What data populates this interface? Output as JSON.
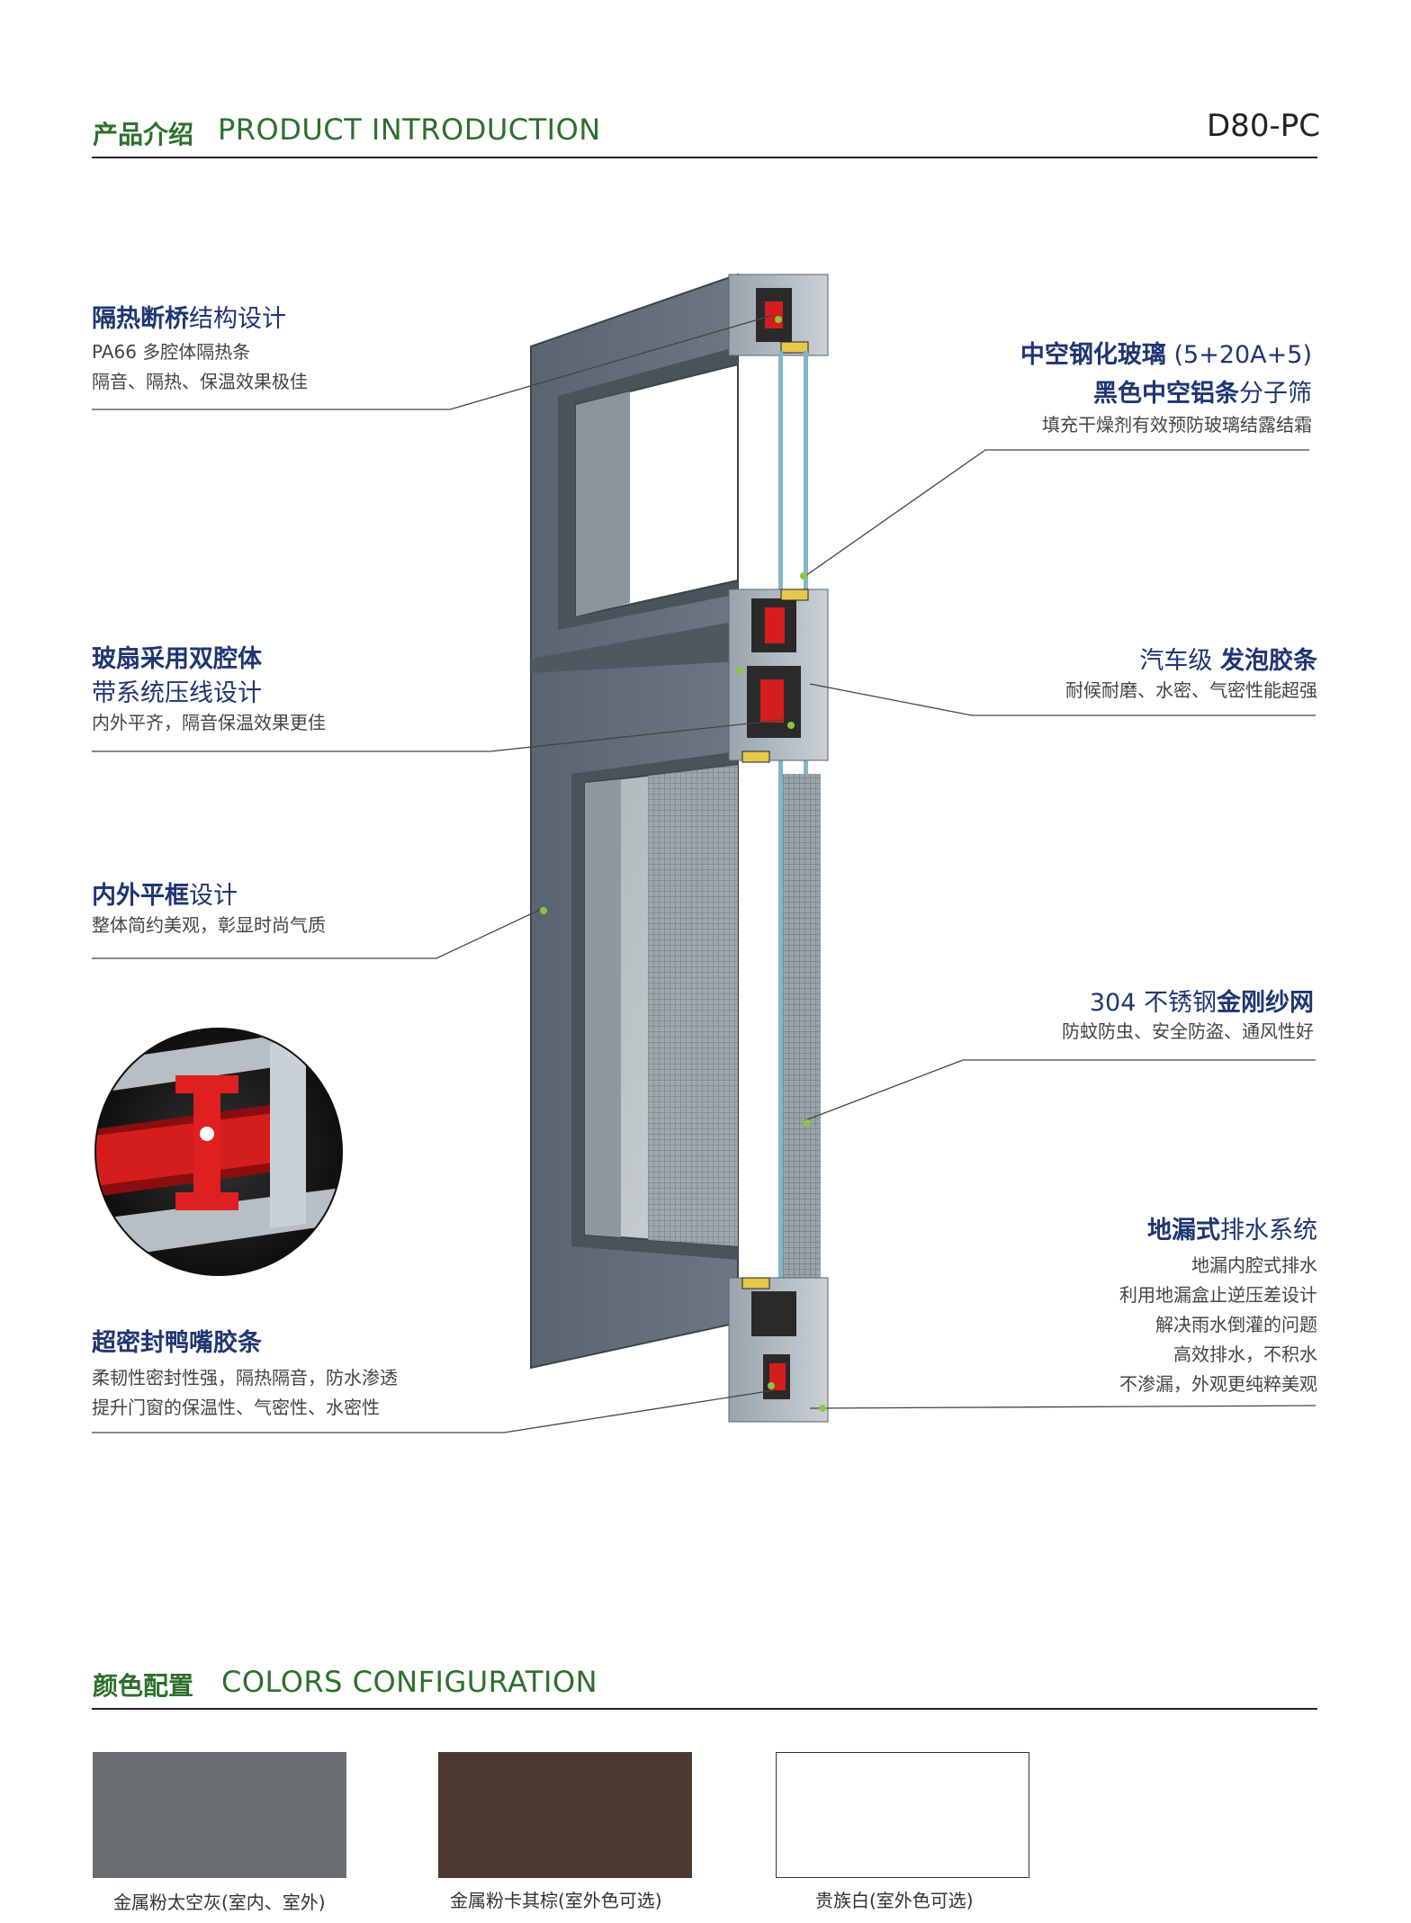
{
  "header": {
    "title_cn": "产品介绍",
    "title_en": "PRODUCT INTRODUCTION",
    "model": "D80-PC"
  },
  "features": {
    "thermal_break": {
      "title_bold": "隔热断桥",
      "title_rest": "结构设计",
      "lines": [
        "PA66 多腔体隔热条",
        "隔音、隔热、保温效果极佳"
      ]
    },
    "glass": {
      "line1_bold": "中空钢化玻璃",
      "line1_rest": " (5+20A+5)",
      "line2_bold": "黑色中空铝条",
      "line2_rest": "分子筛",
      "desc": "填充干燥剂有效预防玻璃结露结霜"
    },
    "sash": {
      "title1": "玻扇采用双腔体",
      "title2": "带系统压线设计",
      "desc": "内外平齐，隔音保温效果更佳"
    },
    "foam_strip": {
      "title_rest": "汽车级 ",
      "title_bold": "发泡胶条",
      "desc": "耐候耐磨、水密、气密性能超强"
    },
    "flat_frame": {
      "title_bold": "内外平框",
      "title_rest": "设计",
      "desc": "整体简约美观，彰显时尚气质"
    },
    "screen": {
      "title_rest": "304 不锈钢",
      "title_bold": "金刚纱网",
      "desc": "防蚊防虫、安全防盗、通风性好"
    },
    "drainage": {
      "title_bold": "地漏式",
      "title_rest": "排水系统",
      "lines": [
        "地漏内腔式排水",
        "利用地漏盒止逆压差设计",
        "解决雨水倒灌的问题",
        "高效排水，不积水",
        "不渗漏，外观更纯粹美观"
      ]
    },
    "seal": {
      "title": "超密封鸭嘴胶条",
      "lines": [
        "柔韧性密封性强，隔热隔音，防水渗透",
        "提升门窗的保温性、气密性、水密性"
      ]
    }
  },
  "colors_section": {
    "title_cn": "颜色配置",
    "title_en": "COLORS CONFIGURATION",
    "swatches": [
      {
        "label": "金属粉太空灰(室内、室外)",
        "color": "#6b6e70"
      },
      {
        "label": "金属粉卡其棕(室外色可选)",
        "color": "#4d3830"
      },
      {
        "label": "贵族白(室外色可选)",
        "color": "#ffffff"
      }
    ]
  },
  "colors": {
    "accent_green": "#2d6f2d",
    "title_navy": "#1f3672",
    "frame_gray": "#5d6670",
    "thermal_red": "#d41d1d",
    "marker_green": "#8cc63f"
  }
}
